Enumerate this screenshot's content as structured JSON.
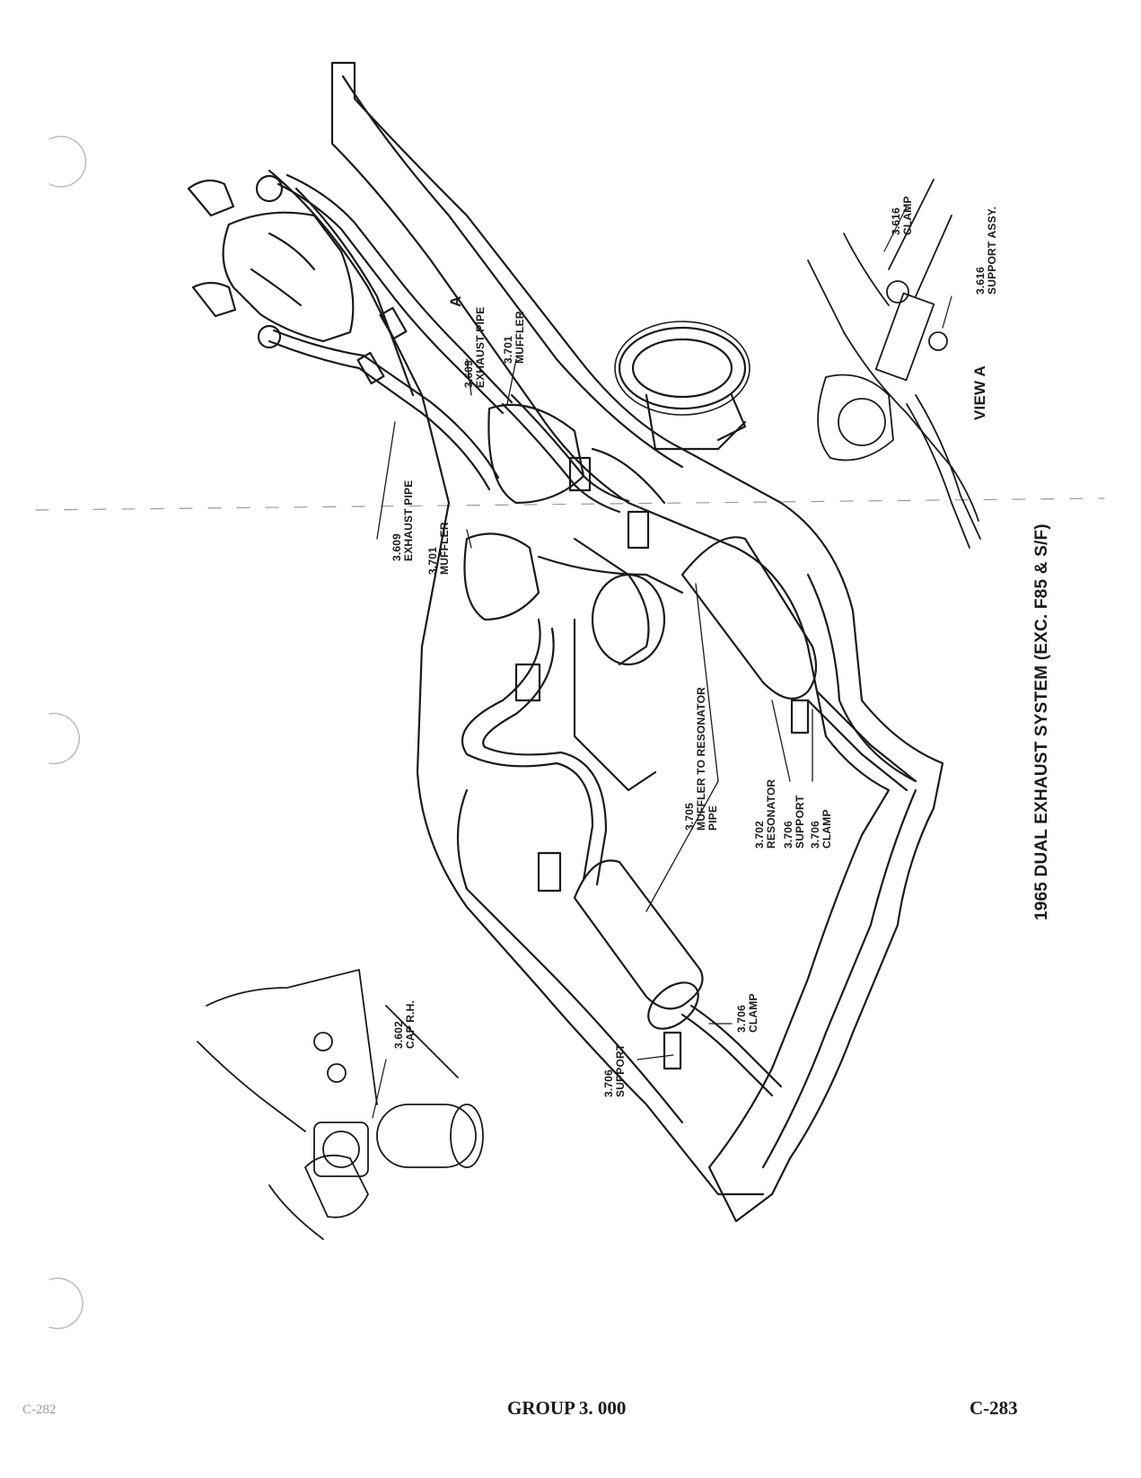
{
  "title": "1965 DUAL EXHAUST SYSTEM (EXC. F85 & S/F)",
  "view_label": "VIEW A",
  "view_marker": "A",
  "callouts": {
    "exhaust_pipe_upper": {
      "number": "3.609",
      "name": "EXHAUST PIPE"
    },
    "muffler_upper": {
      "number": "3.701",
      "name": "MUFFLER"
    },
    "exhaust_pipe_lower": {
      "number": "3.609",
      "name": "EXHAUST PIPE"
    },
    "muffler_lower": {
      "number": "3.701",
      "name": "MUFFLER"
    },
    "muffler_to_resonator_pipe": {
      "number": "3.705",
      "line1": "MUFFLER TO RESONATOR",
      "line2": "PIPE"
    },
    "resonator": {
      "number": "3.702",
      "name": "RESONATOR"
    },
    "support_rh": {
      "number": "3.706",
      "name": "SUPPORT"
    },
    "clamp_rh": {
      "number": "3.706",
      "name": "CLAMP"
    },
    "clamp_tail": {
      "number": "3.706",
      "name": "CLAMP"
    },
    "support_tail": {
      "number": "3.706",
      "name": "SUPPORT"
    },
    "cap_rh": {
      "number": "3.602",
      "name": "CAP R.H."
    },
    "clamp_view_a": {
      "number": "3.616",
      "name": "CLAMP"
    },
    "support_assy_view_a": {
      "number": "3.616",
      "name": "SUPPORT ASSY."
    }
  },
  "footer": {
    "group": "GROUP 3. 000",
    "page_number": "C-283",
    "left_mark": "C-282"
  }
}
